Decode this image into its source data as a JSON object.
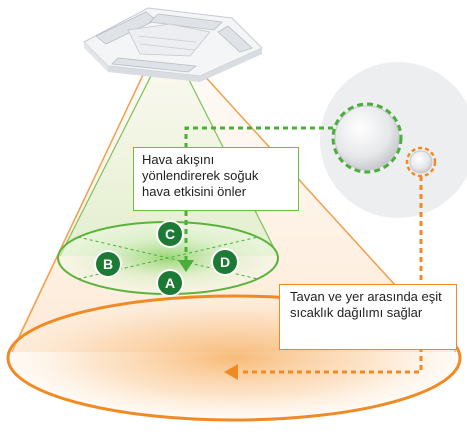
{
  "callouts": {
    "airflow_text": "Hava akışını yönlendirerek soğuk hava etkisini önler",
    "temperature_text": "Tavan ve yer arasında eşit sıcaklık dağılımı sağlar"
  },
  "zones": [
    "A",
    "B",
    "C",
    "D"
  ],
  "colors": {
    "green_accent": "#4cae3a",
    "orange_accent": "#f08a24",
    "zone_badge": "#1d7a35"
  }
}
